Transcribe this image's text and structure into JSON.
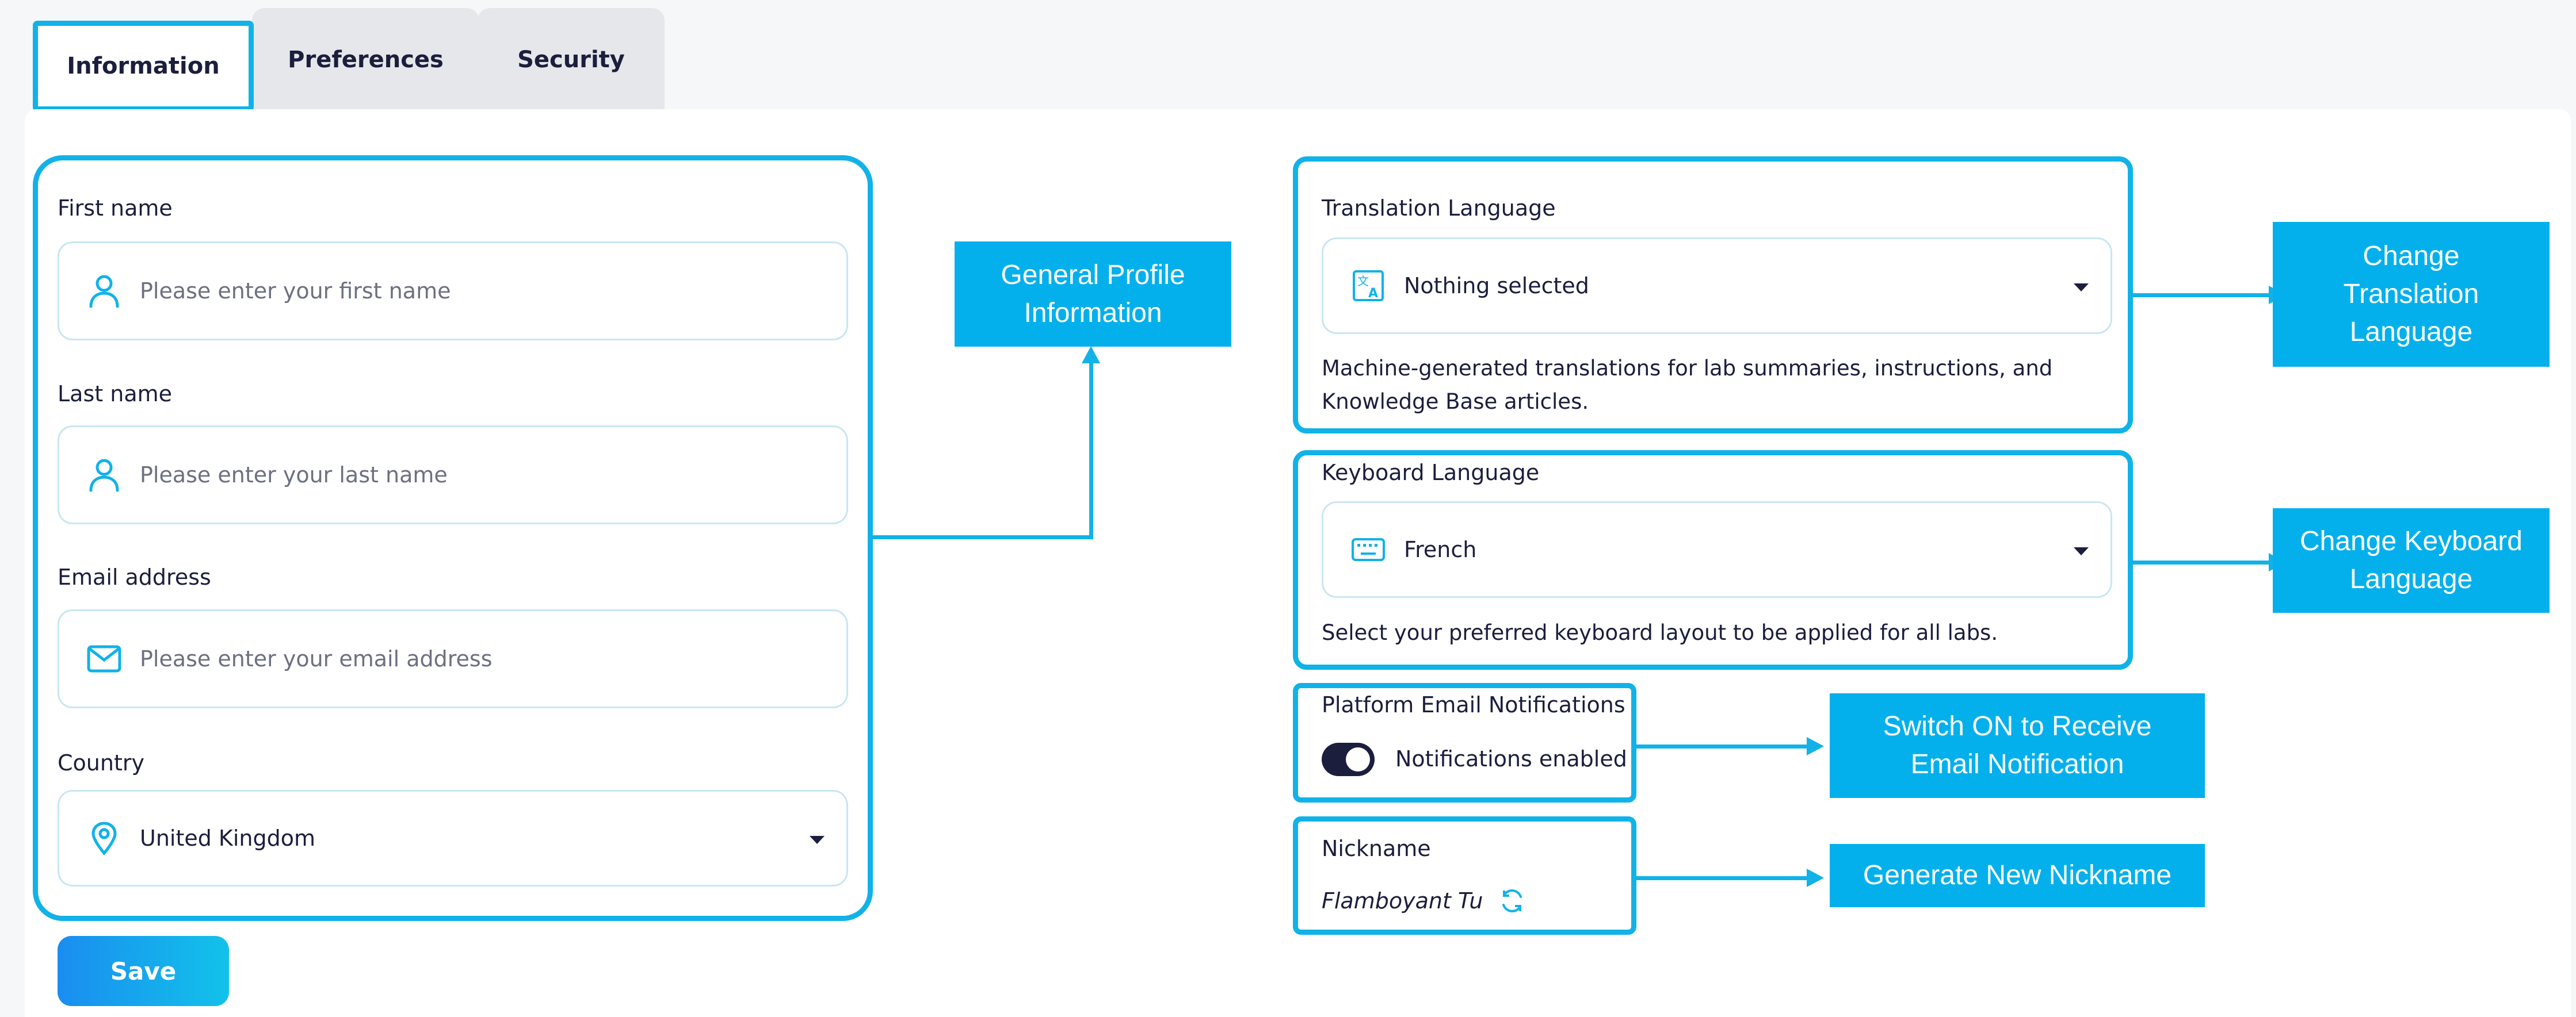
{
  "tabs": [
    {
      "label": "Information",
      "active": true
    },
    {
      "label": "Preferences",
      "active": false
    },
    {
      "label": "Security",
      "active": false
    }
  ],
  "profile": {
    "first_name": {
      "label": "First name",
      "placeholder": "Please enter your first name",
      "icon": "user-icon"
    },
    "last_name": {
      "label": "Last name",
      "placeholder": "Please enter your last name",
      "icon": "user-icon"
    },
    "email": {
      "label": "Email address",
      "placeholder": "Please enter your email address",
      "icon": "mail-icon"
    },
    "country": {
      "label": "Country",
      "value": "United Kingdom",
      "icon": "location-pin-icon"
    },
    "save_label": "Save"
  },
  "preferences": {
    "translation": {
      "label": "Translation Language",
      "value": "Nothing selected",
      "icon": "translate-icon",
      "help_line1": "Machine-generated translations for lab summaries, instructions, and",
      "help_line2": "Knowledge Base articles."
    },
    "keyboard": {
      "label": "Keyboard Language",
      "value": "French",
      "icon": "keyboard-icon",
      "help": "Select your preferred keyboard layout to be applied for all labs."
    },
    "notifications": {
      "label": "Platform Email Notifications",
      "toggle_on": true,
      "status": "Notifications enabled"
    },
    "nickname": {
      "label": "Nickname",
      "value": "Flamboyant Tu",
      "icon": "refresh-icon"
    }
  },
  "callouts": {
    "profile_line1": "General Profile",
    "profile_line2": "Information",
    "translation_line1": "Change",
    "translation_line2": "Translation",
    "translation_line3": "Language",
    "keyboard_line1": "Change Keyboard",
    "keyboard_line2": "Language",
    "notification_line1": "Switch ON to Receive",
    "notification_line2": "Email Notification",
    "nickname": "Generate New Nickname"
  },
  "colors": {
    "accent": "#11b2e8",
    "callout_bg": "#04b0ec",
    "text": "#1b1e3c",
    "toggle": "#1b1e3c"
  }
}
